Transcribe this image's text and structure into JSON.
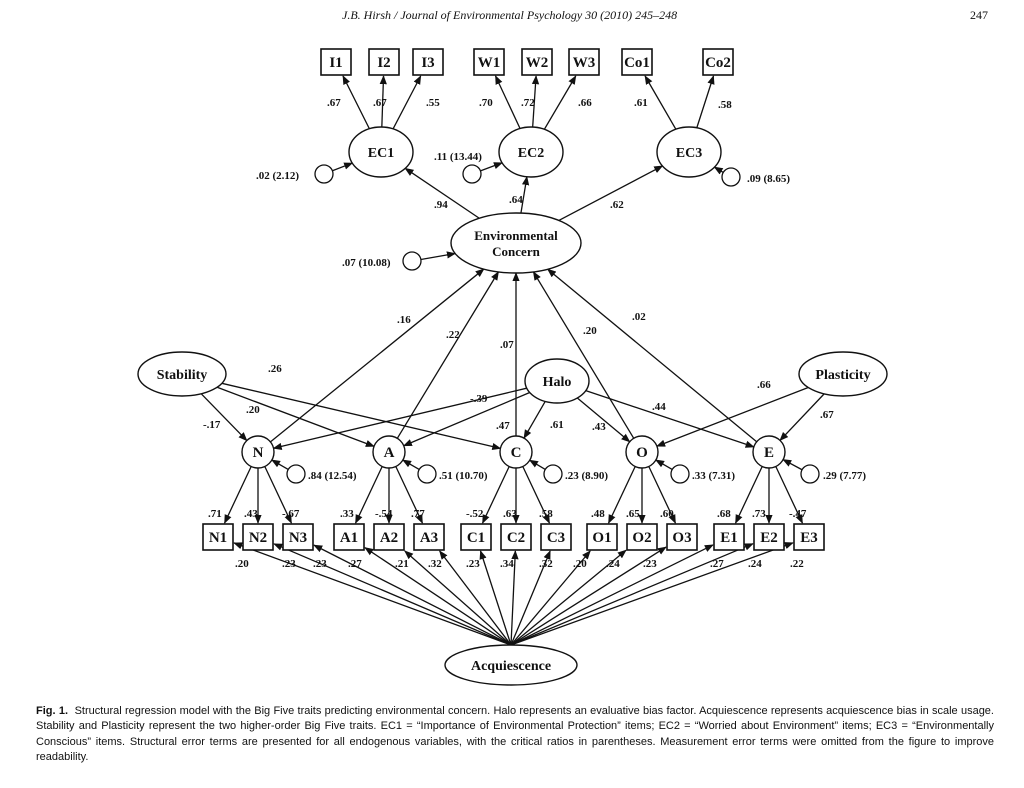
{
  "header": {
    "journal": "J.B. Hirsh / Journal of Environmental Psychology 30 (2010) 245–248",
    "page_number": "247"
  },
  "diagram": {
    "type": "structural-equation-model",
    "nodes": {
      "I1": {
        "label": "I1",
        "kind": "indicator"
      },
      "I2": {
        "label": "I2",
        "kind": "indicator"
      },
      "I3": {
        "label": "I3",
        "kind": "indicator"
      },
      "W1": {
        "label": "W1",
        "kind": "indicator"
      },
      "W2": {
        "label": "W2",
        "kind": "indicator"
      },
      "W3": {
        "label": "W3",
        "kind": "indicator"
      },
      "Co1": {
        "label": "Co1",
        "kind": "indicator"
      },
      "Co2": {
        "label": "Co2",
        "kind": "indicator"
      },
      "EC1": {
        "label": "EC1",
        "kind": "latent"
      },
      "EC2": {
        "label": "EC2",
        "kind": "latent"
      },
      "EC3": {
        "label": "EC3",
        "kind": "latent"
      },
      "EnvConcern": {
        "label": "Environmental",
        "label2": "Concern",
        "kind": "latent"
      },
      "Stability": {
        "label": "Stability",
        "kind": "latent"
      },
      "Halo": {
        "label": "Halo",
        "kind": "latent"
      },
      "Plasticity": {
        "label": "Plasticity",
        "kind": "latent"
      },
      "N": {
        "label": "N",
        "kind": "latent-small"
      },
      "A": {
        "label": "A",
        "kind": "latent-small"
      },
      "C": {
        "label": "C",
        "kind": "latent-small"
      },
      "O": {
        "label": "O",
        "kind": "latent-small"
      },
      "E": {
        "label": "E",
        "kind": "latent-small"
      },
      "N1": {
        "label": "N1",
        "kind": "indicator"
      },
      "N2": {
        "label": "N2",
        "kind": "indicator"
      },
      "N3": {
        "label": "N3",
        "kind": "indicator"
      },
      "A1": {
        "label": "A1",
        "kind": "indicator"
      },
      "A2": {
        "label": "A2",
        "kind": "indicator"
      },
      "A3": {
        "label": "A3",
        "kind": "indicator"
      },
      "C1": {
        "label": "C1",
        "kind": "indicator"
      },
      "C2": {
        "label": "C2",
        "kind": "indicator"
      },
      "C3": {
        "label": "C3",
        "kind": "indicator"
      },
      "O1": {
        "label": "O1",
        "kind": "indicator"
      },
      "O2": {
        "label": "O2",
        "kind": "indicator"
      },
      "O3": {
        "label": "O3",
        "kind": "indicator"
      },
      "E1": {
        "label": "E1",
        "kind": "indicator"
      },
      "E2": {
        "label": "E2",
        "kind": "indicator"
      },
      "E3": {
        "label": "E3",
        "kind": "indicator"
      },
      "Acquiescence": {
        "label": "Acquiescence",
        "kind": "latent"
      }
    },
    "edges": [
      {
        "from": "EC1",
        "to": "I1",
        "label": ".67"
      },
      {
        "from": "EC1",
        "to": "I2",
        "label": ".67"
      },
      {
        "from": "EC1",
        "to": "I3",
        "label": ".55"
      },
      {
        "from": "EC2",
        "to": "W1",
        "label": ".70"
      },
      {
        "from": "EC2",
        "to": "W2",
        "label": ".72"
      },
      {
        "from": "EC2",
        "to": "W3",
        "label": ".66"
      },
      {
        "from": "EC3",
        "to": "Co1",
        "label": ".61"
      },
      {
        "from": "EC3",
        "to": "Co2",
        "label": ".58"
      },
      {
        "from": "EnvConcern",
        "to": "EC1",
        "label": ".94"
      },
      {
        "from": "EnvConcern",
        "to": "EC2",
        "label": ".64"
      },
      {
        "from": "EnvConcern",
        "to": "EC3",
        "label": ".62"
      },
      {
        "from": "N",
        "to": "EnvConcern",
        "label": ".16"
      },
      {
        "from": "A",
        "to": "EnvConcern",
        "label": ".22"
      },
      {
        "from": "C",
        "to": "EnvConcern",
        "label": ".07"
      },
      {
        "from": "O",
        "to": "EnvConcern",
        "label": ".20"
      },
      {
        "from": "E",
        "to": "EnvConcern",
        "label": ".02"
      },
      {
        "from": "Stability",
        "to": "N",
        "label": "-.17"
      },
      {
        "from": "Stability",
        "to": "A",
        "label": ".20"
      },
      {
        "from": "Stability",
        "to": "C",
        "label": ".26"
      },
      {
        "from": "Halo",
        "to": "N",
        "label": "-.39"
      },
      {
        "from": "Halo",
        "to": "A",
        "label": ".47"
      },
      {
        "from": "Halo",
        "to": "C",
        "label": ".61"
      },
      {
        "from": "Halo",
        "to": "O",
        "label": ".43"
      },
      {
        "from": "Halo",
        "to": "E",
        "label": ".44"
      },
      {
        "from": "Plasticity",
        "to": "O",
        "label": ".66"
      },
      {
        "from": "Plasticity",
        "to": "E",
        "label": ".67"
      },
      {
        "from": "N",
        "to": "N1",
        "label": ".71"
      },
      {
        "from": "N",
        "to": "N2",
        "label": ".43"
      },
      {
        "from": "N",
        "to": "N3",
        "label": "-.67"
      },
      {
        "from": "A",
        "to": "A1",
        "label": ".33"
      },
      {
        "from": "A",
        "to": "A2",
        "label": "-.54"
      },
      {
        "from": "A",
        "to": "A3",
        "label": ".77"
      },
      {
        "from": "C",
        "to": "C1",
        "label": "-.52"
      },
      {
        "from": "C",
        "to": "C2",
        "label": ".63"
      },
      {
        "from": "C",
        "to": "C3",
        "label": ".58"
      },
      {
        "from": "O",
        "to": "O1",
        "label": ".48"
      },
      {
        "from": "O",
        "to": "O2",
        "label": ".65"
      },
      {
        "from": "O",
        "to": "O3",
        "label": ".60"
      },
      {
        "from": "E",
        "to": "E1",
        "label": ".68"
      },
      {
        "from": "E",
        "to": "E2",
        "label": ".73"
      },
      {
        "from": "E",
        "to": "E3",
        "label": "-.47"
      },
      {
        "from": "Acquiescence",
        "to": "N1",
        "label": ".20"
      },
      {
        "from": "Acquiescence",
        "to": "N2",
        "label": ".23"
      },
      {
        "from": "Acquiescence",
        "to": "N3",
        "label": ".23"
      },
      {
        "from": "Acquiescence",
        "to": "A1",
        "label": ".27"
      },
      {
        "from": "Acquiescence",
        "to": "A2",
        "label": ".21"
      },
      {
        "from": "Acquiescence",
        "to": "A3",
        "label": ".32"
      },
      {
        "from": "Acquiescence",
        "to": "C1",
        "label": ".23"
      },
      {
        "from": "Acquiescence",
        "to": "C2",
        "label": ".34"
      },
      {
        "from": "Acquiescence",
        "to": "C3",
        "label": ".32"
      },
      {
        "from": "Acquiescence",
        "to": "O1",
        "label": ".20"
      },
      {
        "from": "Acquiescence",
        "to": "O2",
        "label": ".24"
      },
      {
        "from": "Acquiescence",
        "to": "O3",
        "label": ".23"
      },
      {
        "from": "Acquiescence",
        "to": "E1",
        "label": ".27"
      },
      {
        "from": "Acquiescence",
        "to": "E2",
        "label": ".24"
      },
      {
        "from": "Acquiescence",
        "to": "E3",
        "label": ".22"
      }
    ],
    "error_terms": [
      {
        "target": "EC1",
        "label": ".02 (2.12)"
      },
      {
        "target": "EC2",
        "label": ".11 (13.44)"
      },
      {
        "target": "EC3",
        "label": ".09 (8.65)"
      },
      {
        "target": "EnvConcern",
        "label": ".07 (10.08)"
      },
      {
        "target": "N",
        "label": ".84 (12.54)"
      },
      {
        "target": "A",
        "label": ".51 (10.70)"
      },
      {
        "target": "C",
        "label": ".23 (8.90)"
      },
      {
        "target": "O",
        "label": ".33 (7.31)"
      },
      {
        "target": "E",
        "label": ".29 (7.77)"
      }
    ]
  },
  "caption": {
    "fig_label": "Fig. 1.",
    "text": "Structural regression model with the Big Five traits predicting environmental concern. Halo represents an evaluative bias factor. Acquiescence represents acquiescence bias in scale usage. Stability and Plasticity represent the two higher-order Big Five traits. EC1 = “Importance of Environmental Protection” items; EC2 = “Worried about Environment” items; EC3 = “Environmentally Conscious” items. Structural error terms are presented for all endogenous variables, with the critical ratios in parentheses. Measurement error terms were omitted from the figure to improve readability."
  }
}
